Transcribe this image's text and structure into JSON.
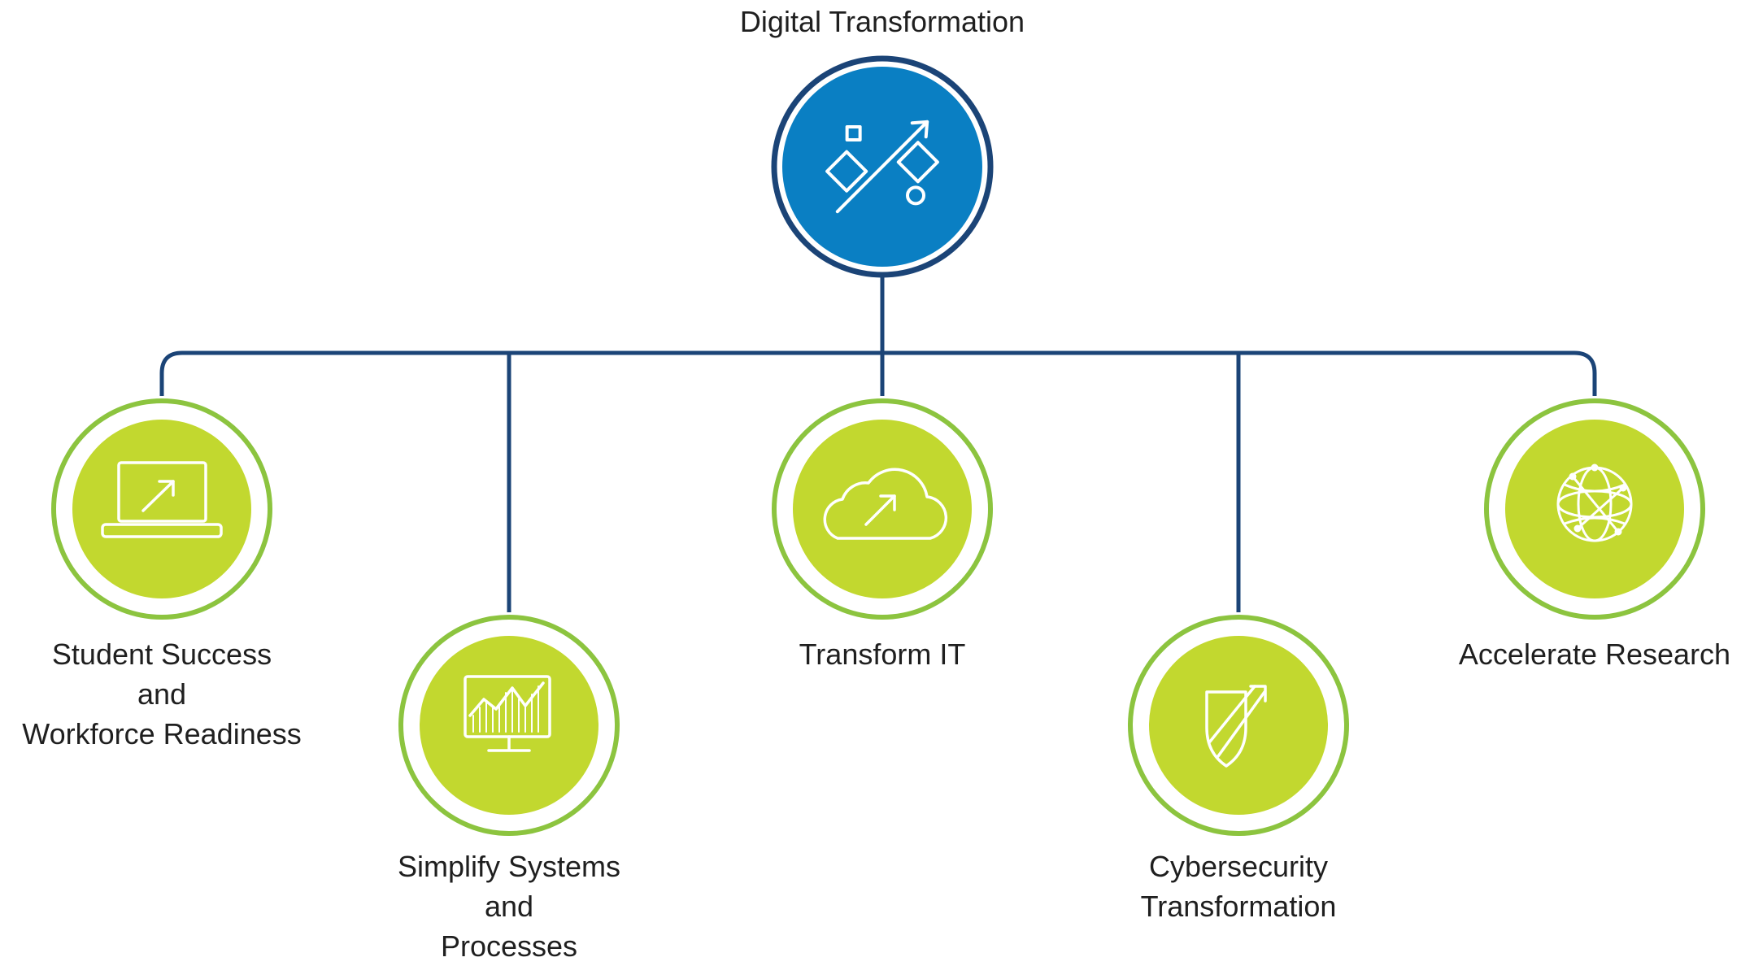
{
  "root": {
    "title": "Digital Transformation",
    "icon": "strategy-path-icon",
    "color": "#0a7fc3",
    "ring_color": "#1b4477"
  },
  "branches": [
    {
      "lines": [
        "Student Success",
        "and",
        "Workforce Readiness"
      ],
      "icon": "laptop-arrow-icon"
    },
    {
      "lines": [
        "Simplify Systems",
        "and",
        "Processes"
      ],
      "icon": "monitor-chart-icon"
    },
    {
      "lines": [
        "Transform IT"
      ],
      "icon": "cloud-arrow-icon"
    },
    {
      "lines": [
        "Cybersecurity",
        "Transformation"
      ],
      "icon": "shield-arrow-icon"
    },
    {
      "lines": [
        "Accelerate Research"
      ],
      "icon": "globe-network-icon"
    }
  ],
  "colors": {
    "connector": "#1b4477",
    "leaf_fill": "#c2d82f",
    "leaf_ring": "#8cc43f"
  }
}
